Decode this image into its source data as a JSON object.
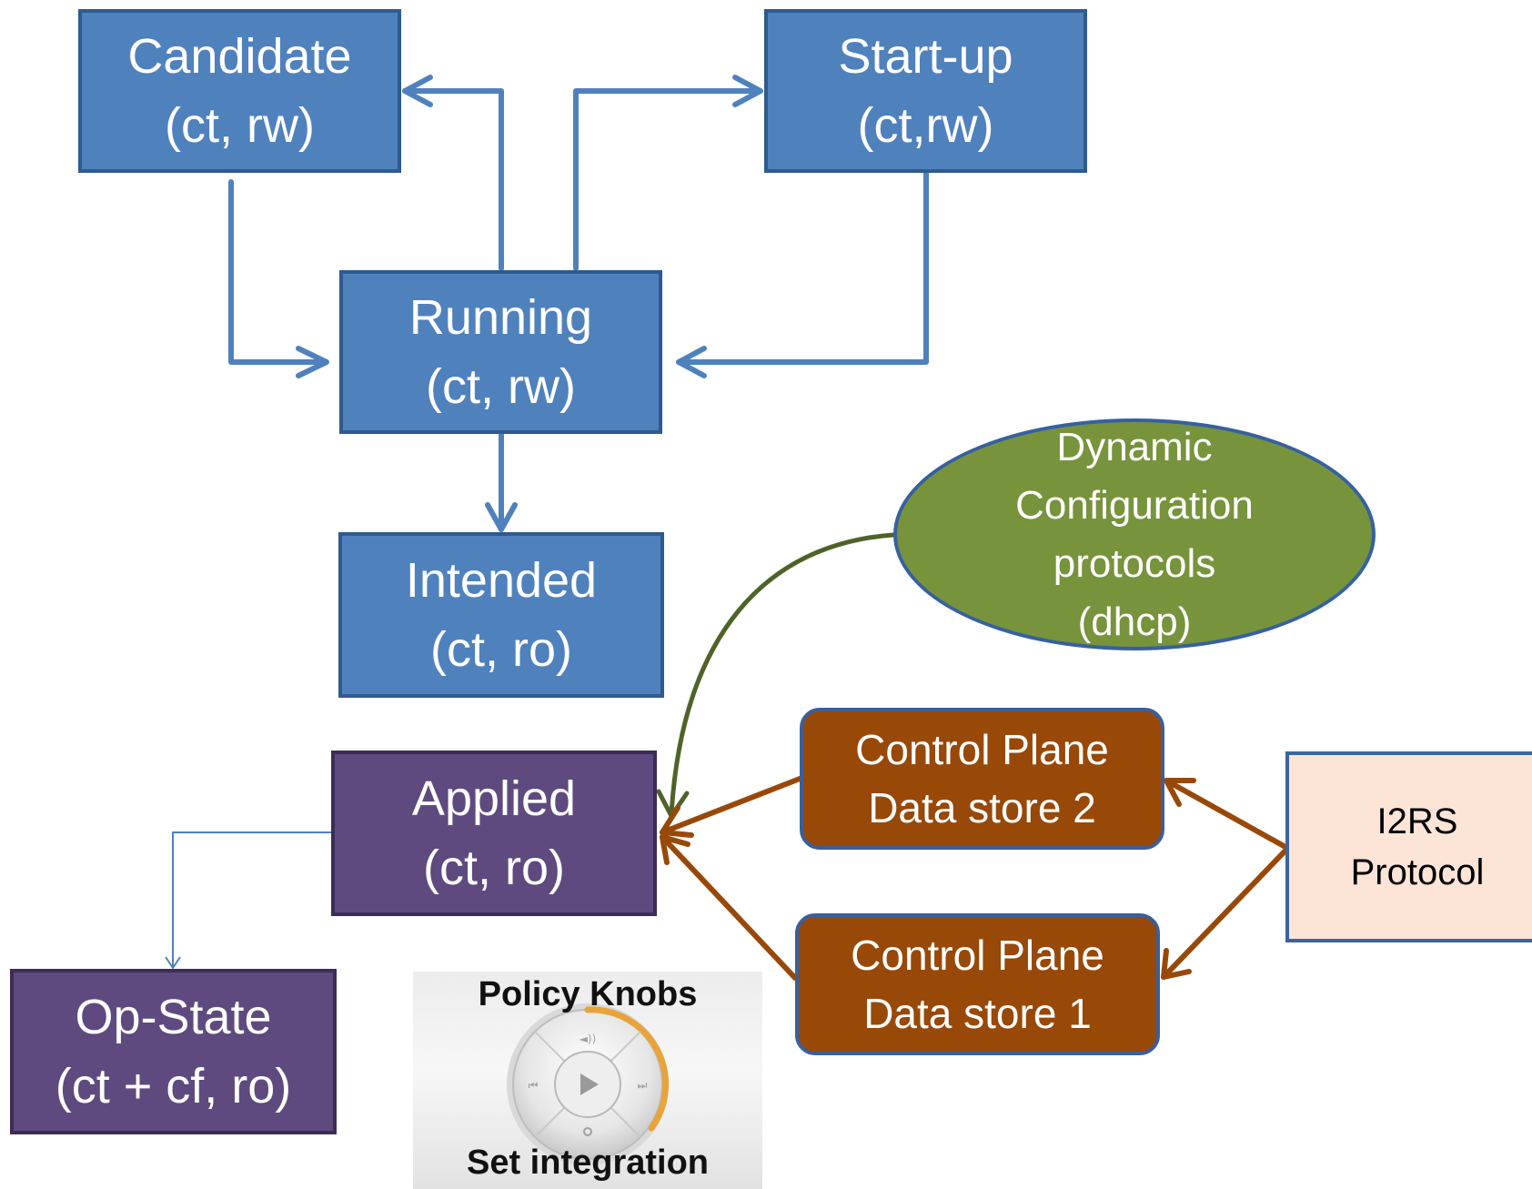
{
  "nodes": {
    "candidate": {
      "line1": "Candidate",
      "line2": "(ct, rw)"
    },
    "startup": {
      "line1": "Start-up",
      "line2": "(ct,rw)"
    },
    "running": {
      "line1": "Running",
      "line2": "(ct, rw)"
    },
    "intended": {
      "line1": "Intended",
      "line2": "(ct, ro)"
    },
    "applied": {
      "line1": "Applied",
      "line2": "(ct, ro)"
    },
    "opstate": {
      "line1": "Op-State",
      "line2": "(ct + cf, ro)"
    },
    "dynamic": {
      "line1": "Dynamic",
      "line2": "Configuration",
      "line3": "protocols",
      "line4": "(dhcp)"
    },
    "cp2": {
      "line1": "Control Plane",
      "line2": "Data store 2"
    },
    "cp1": {
      "line1": "Control Plane",
      "line2": "Data store 1"
    },
    "i2rs": {
      "line1": "I2RS",
      "line2": "Protocol"
    }
  },
  "knobs": {
    "title": "Policy Knobs",
    "subtitle": "Set integration"
  },
  "colors": {
    "blue_box": "#4f81bd",
    "purple_box": "#5e4a7e",
    "brown_box": "#984807",
    "green_ellipse": "#77933c",
    "peach_box": "#fce4d6",
    "blue_arrow": "#4f81bd",
    "brown_arrow": "#984807",
    "green_arrow": "#4f6228"
  }
}
